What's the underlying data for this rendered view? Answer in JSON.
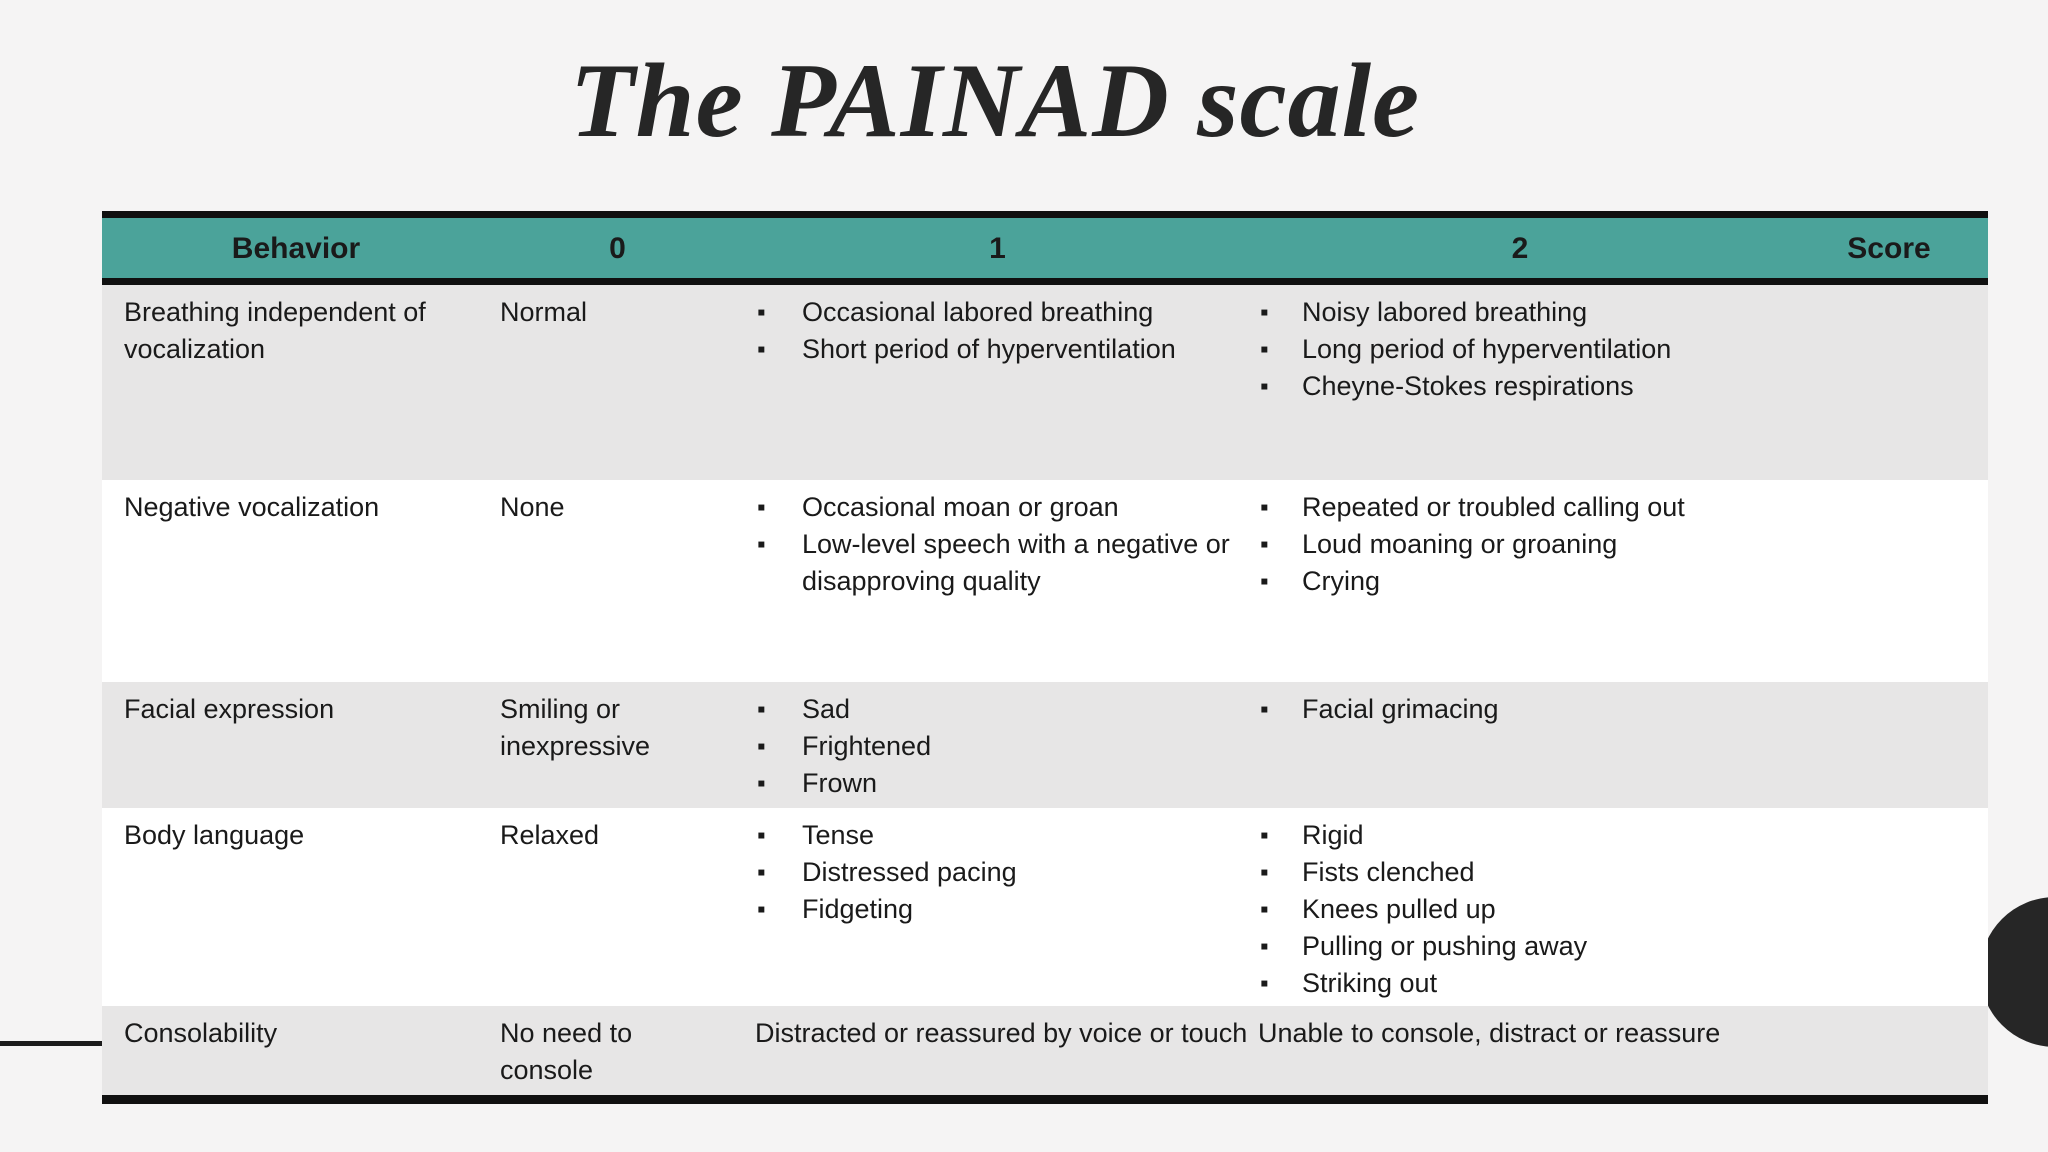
{
  "title": "The PAINAD scale",
  "colors": {
    "bg": "#f5f4f4",
    "accent": "#4ba39a",
    "rowgray": "#e7e6e6",
    "border": "#101010",
    "text": "#1a1a1a",
    "circle": "#262626"
  },
  "table": {
    "bullet": "▪",
    "headers": [
      "Behavior",
      "0",
      "1",
      "2",
      "Score"
    ],
    "rows": [
      {
        "behavior": "Breathing independent of vocalization",
        "col0": "Normal",
        "col1": {
          "items": [
            "Occasional labored breathing",
            "Short period of hyperventilation"
          ]
        },
        "col2": {
          "items": [
            "Noisy labored breathing",
            "Long period of hyperventilation",
            "Cheyne-Stokes respirations"
          ]
        },
        "score": ""
      },
      {
        "behavior": "Negative vocalization",
        "col0": "None",
        "col1": {
          "items": [
            "Occasional moan or groan",
            "Low-level speech with a negative or disapproving quality"
          ]
        },
        "col2": {
          "items": [
            "Repeated or troubled calling out",
            "Loud moaning or groaning",
            "Crying"
          ]
        },
        "score": ""
      },
      {
        "behavior": "Facial expression",
        "col0": "Smiling or inexpressive",
        "col1": {
          "items": [
            "Sad",
            "Frightened",
            "Frown"
          ]
        },
        "col2": {
          "items": [
            "Facial grimacing"
          ]
        },
        "score": ""
      },
      {
        "behavior": "Body language",
        "col0": "Relaxed",
        "col1": {
          "items": [
            "Tense",
            "Distressed pacing",
            "Fidgeting"
          ]
        },
        "col2": {
          "items": [
            "Rigid",
            "Fists clenched",
            "Knees pulled up",
            "Pulling or pushing away",
            "Striking out"
          ]
        },
        "score": ""
      },
      {
        "behavior": "Consolability",
        "col0": "No need to console",
        "col1": {
          "text": "Distracted or reassured by voice or touch"
        },
        "col2": {
          "text": "Unable to console, distract or reassure"
        },
        "score": ""
      }
    ]
  }
}
